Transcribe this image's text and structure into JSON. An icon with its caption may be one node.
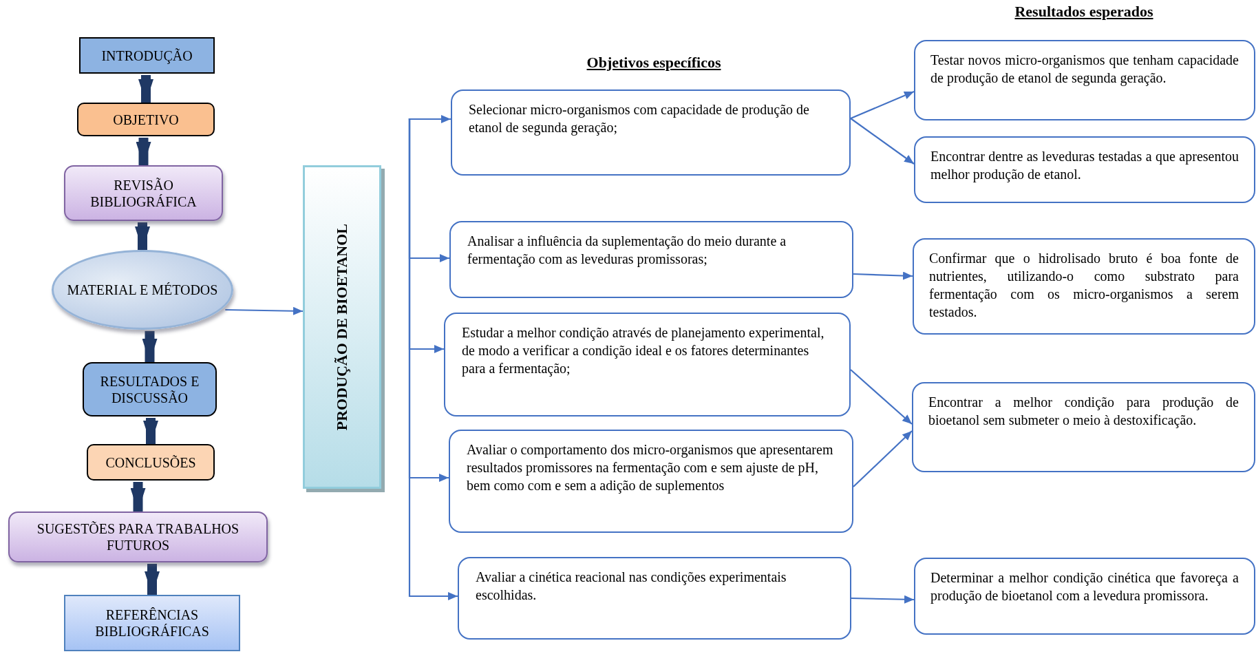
{
  "diagram": {
    "nodes": [
      {
        "text": [
          "INTRODUÇÃO"
        ]
      },
      {
        "text": [
          "OBJETIVO"
        ]
      },
      {
        "text": [
          "REVISÃO BIBLIOGRÁFICA"
        ]
      },
      {
        "text": [
          "MATERIAL E MÉTODOS"
        ]
      },
      {
        "text": [
          "RESULTADOS E DISCUSSÃO"
        ]
      },
      {
        "text": [
          "CONCLUSÕES"
        ]
      },
      {
        "text": [
          "SUGESTÕES PARA TRABALHOS FUTUROS"
        ]
      },
      {
        "text": [
          "REFERÊNCIAS BIBLIOGRÁFICAS"
        ]
      },
      {
        "text": [
          "PRODUÇÃO DE BIOETANOL"
        ]
      },
      {
        "text": [
          "Selecionar micro-organismos com capacidade de produção de etanol de segunda geração;"
        ]
      },
      {
        "text": [
          "Analisar a influência da suplementação do meio durante a fermentação com as leveduras promissoras;"
        ]
      },
      {
        "text": [
          "Estudar a melhor condição através de planejamento experimental, de modo a verificar a condição ideal e os fatores determinantes para a fermentação;"
        ]
      },
      {
        "text": [
          "Avaliar o comportamento dos micro-organismos que apresentarem resultados promissores na fermentação com e sem ajuste de pH, bem como com e sem a adição de suplementos"
        ]
      },
      {
        "text": [
          "Avaliar a cinética reacional nas condições experimentais escolhidas."
        ]
      },
      {
        "text": [
          "Testar novos micro-organismos que tenham capacidade de produção de etanol de segunda geração."
        ]
      },
      {
        "text": [
          "Encontrar dentre as leveduras testadas a que apresentou melhor produção de etanol."
        ]
      },
      {
        "text": [
          "Confirmar que o hidrolisado bruto é boa fonte de nutrientes, utilizando-o como substrato para fermentação com os micro-organismos a serem testados."
        ]
      },
      {
        "text": [
          "Encontrar a melhor condição para produção de bioetanol sem submeter o meio à destoxificação."
        ]
      },
      {
        "text": [
          "Determinar a melhor condição cinética que favoreça a produção de bioetanol com a levedura promissora."
        ]
      }
    ],
    "edges": [
      {
        "from": 0,
        "to": 1,
        "arrow": "to",
        "style": "thick",
        "color": "#1f3864"
      },
      {
        "from": 1,
        "to": 2,
        "arrow": "to",
        "style": "thick",
        "color": "#1f3864"
      },
      {
        "from": 2,
        "to": 3,
        "arrow": "to",
        "style": "thick",
        "color": "#1f3864"
      },
      {
        "from": 3,
        "to": 4,
        "arrow": "to",
        "style": "thick",
        "color": "#1f3864"
      },
      {
        "from": 4,
        "to": 5,
        "arrow": "to",
        "style": "thick",
        "color": "#1f3864"
      },
      {
        "from": 5,
        "to": 6,
        "arrow": "to",
        "style": "thick",
        "color": "#1f3864"
      },
      {
        "from": 6,
        "to": 7,
        "arrow": "to",
        "style": "thick",
        "color": "#1f3864"
      },
      {
        "from": 3,
        "to": 8,
        "arrow": "to"
      },
      {
        "from": null,
        "to": 9,
        "arrow": "to"
      },
      {
        "from": null,
        "to": 10,
        "arrow": "to"
      },
      {
        "from": null,
        "to": 11,
        "arrow": "to"
      },
      {
        "from": null,
        "to": 12,
        "arrow": "to"
      },
      {
        "from": null,
        "to": 13,
        "arrow": "to"
      },
      {
        "from": 9,
        "to": 14,
        "arrow": "to"
      },
      {
        "from": 9,
        "to": 15,
        "arrow": "to"
      },
      {
        "from": 10,
        "to": 16,
        "arrow": "to"
      },
      {
        "from": 11,
        "to": 17,
        "arrow": "to"
      },
      {
        "from": 12,
        "to": 17,
        "arrow": "to"
      },
      {
        "from": 13,
        "to": 18,
        "arrow": "to"
      }
    ],
    "labels": [
      "Resultados esperados",
      "Objetivos específicos"
    ]
  }
}
